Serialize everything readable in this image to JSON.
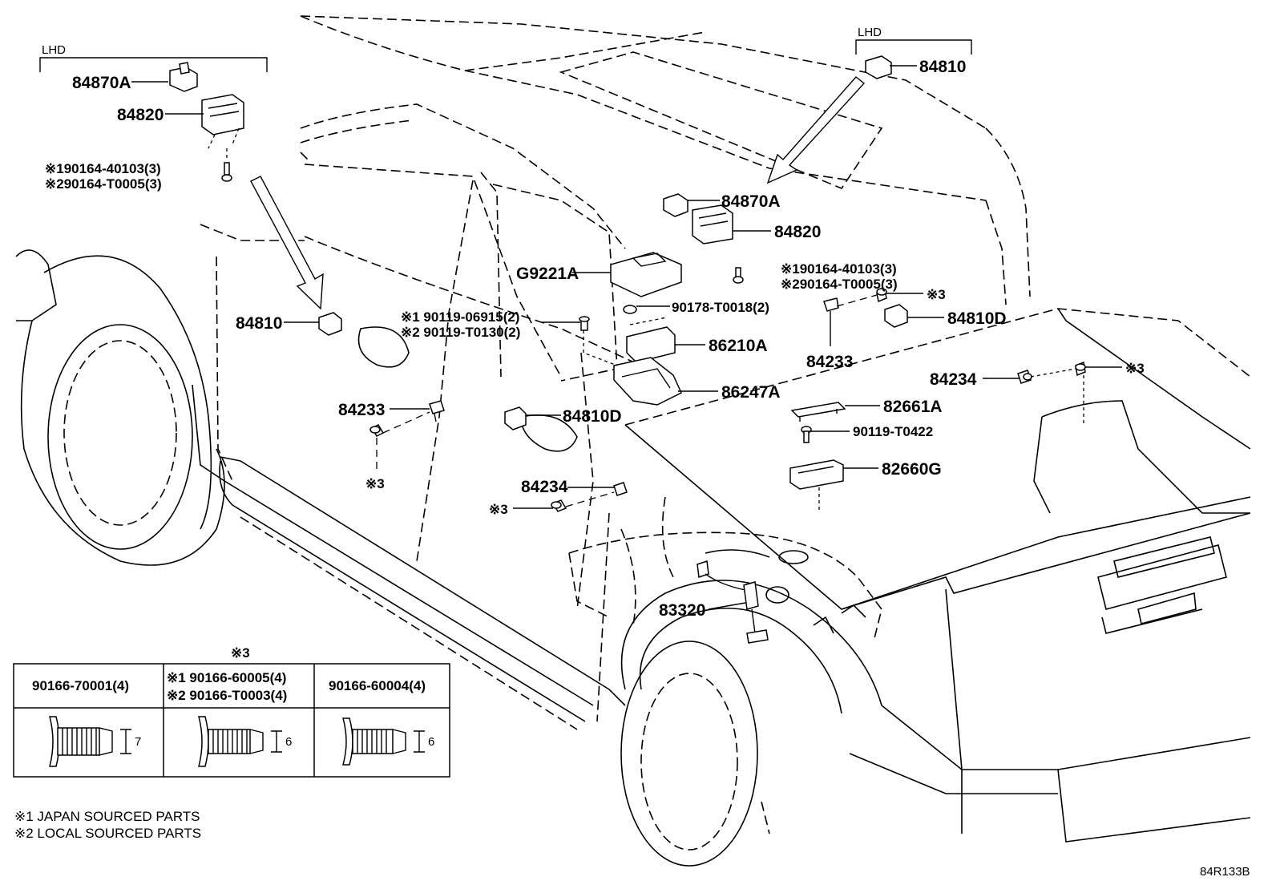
{
  "diagram_code": "84R133B",
  "brackets": {
    "lhd_left": "LHD",
    "lhd_right": "LHD"
  },
  "labels": {
    "p84870A_top": "84870A",
    "p84820_top": "84820",
    "bolt_note_top_1": "※190164-40103(3)",
    "bolt_note_top_2": "※290164-T0005(3)",
    "p84810_top": "84810",
    "p84870A_mid": "84870A",
    "p84820_mid": "84820",
    "bolt_note_mid_1": "※190164-40103(3)",
    "bolt_note_mid_2": "※290164-T0005(3)",
    "pG9221A": "G9221A",
    "p84810_left": "84810",
    "screw_note_1": "※1 90119-06915(2)",
    "screw_note_2": "※2 90119-T0130(2)",
    "p90178": "90178-T0018(2)",
    "p86210A": "86210A",
    "p86247A": "86247A",
    "ref3_a": "※3",
    "p84810D_right": "84810D",
    "p84233_right": "84233",
    "p84234_right": "84234",
    "ref3_b": "※3",
    "p84233_left": "84233",
    "ref3_c": "※3",
    "p84810D_left": "84810D",
    "p82661A": "82661A",
    "p90119_T0422": "90119-T0422",
    "p82660G": "82660G",
    "p84234_left": "84234",
    "ref3_d": "※3",
    "p83320": "83320"
  },
  "bolt_table": {
    "title": "※3",
    "columns": [
      {
        "header_1": "90166-70001(4)",
        "header_2": "",
        "dimension": "7"
      },
      {
        "header_1": "※1  90166-60005(4)",
        "header_2": "※2  90166-T0003(4)",
        "dimension": "6"
      },
      {
        "header_1": "90166-60004(4)",
        "header_2": "",
        "dimension": "6"
      }
    ]
  },
  "legend": {
    "note_1": "※1 JAPAN SOURCED PARTS",
    "note_2": "※2 LOCAL SOURCED PARTS"
  }
}
